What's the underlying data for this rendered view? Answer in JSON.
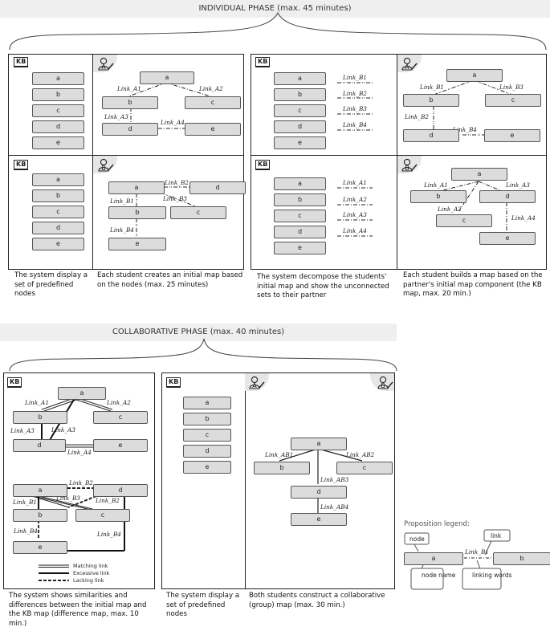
{
  "individual_phase": {
    "title": "INDIVIDUAL PHASE (max. 45 minutes)"
  },
  "collaborative_phase": {
    "title": "COLLABORATIVE PHASE (max. 40 minutes)"
  },
  "kb_label": "KB",
  "user_a": "A",
  "user_b": "B",
  "nodes": [
    "a",
    "b",
    "c",
    "d",
    "e"
  ],
  "captions": {
    "c1": "The system display a set of predefined nodes",
    "c2": "Each student creates an initial map based on the nodes (max. 25 minutes)",
    "c3": "The system decompose the students' initial map and show the unconnected sets to their partner",
    "c4": "Each student builds a map based on the partner's initial map component (the KB map, max. 20 min.)",
    "c5": "The system shows similarities and differences between the initial map and the KB map (difference map, max. 10 min.)",
    "c6": "The system display a set of predefined nodes",
    "c7": "Both students construct a collaborative (group) map (max. 30 min.)"
  },
  "links": {
    "A1": "Link_A1",
    "A2": "Link_A2",
    "A3": "Link_A3",
    "A4": "Link_A4",
    "B1": "Link_B1",
    "B2": "Link_B2",
    "B3": "Link_B3",
    "B4": "Link_B4",
    "AB1": "Link_AB1",
    "AB2": "Link_AB2",
    "AB3": "Link_AB3",
    "AB4": "Link_AB4"
  },
  "diff_legend": {
    "matching": "Matching link",
    "excessive": "Excessive link",
    "lacking": "Lacking link"
  },
  "proposition_legend": {
    "title": "Proposition legend:",
    "node": "node",
    "node_name": "node name",
    "link": "link",
    "linking_words": "linking words",
    "sample_link": "Link_B1",
    "sample_node_a": "a",
    "sample_node_b": "b"
  }
}
